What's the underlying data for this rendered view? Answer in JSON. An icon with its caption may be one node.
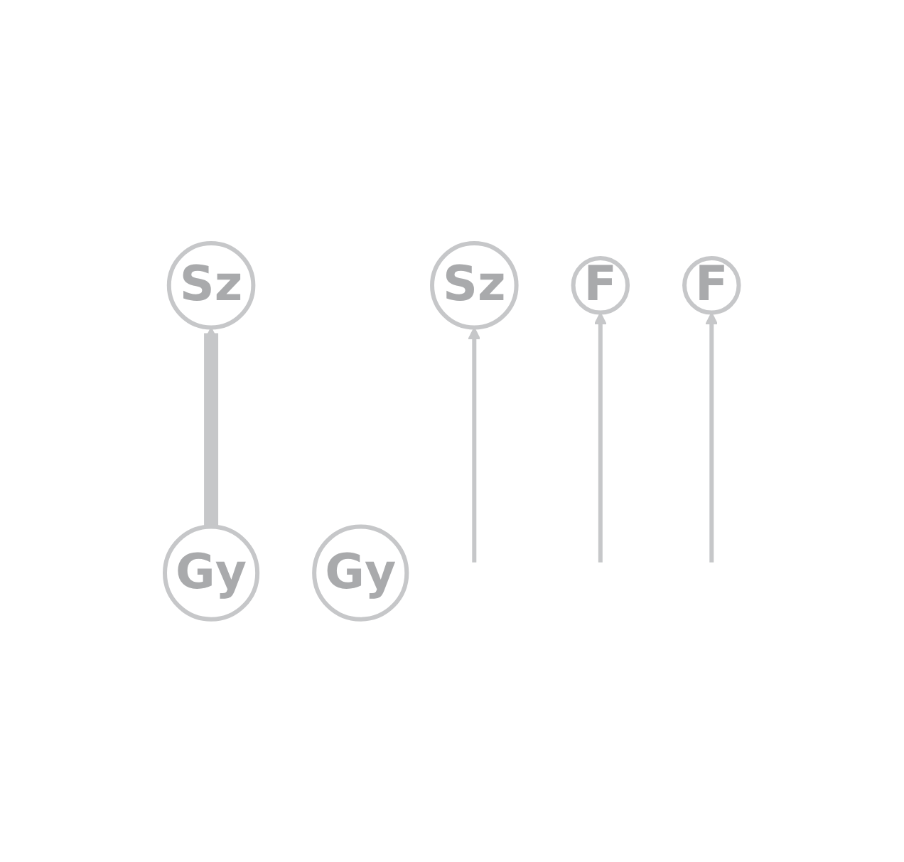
{
  "diagram": {
    "nodes": [
      {
        "text": [
          "Sz"
        ]
      },
      {
        "text": [
          "Sz"
        ]
      },
      {
        "text": [
          "F"
        ]
      },
      {
        "text": [
          "F"
        ]
      },
      {
        "text": [
          "Gy"
        ]
      },
      {
        "text": [
          "Gy"
        ]
      }
    ],
    "edges": [
      {
        "from": 4,
        "to": 1,
        "arrow": "to",
        "style": "thick"
      },
      {
        "from": null,
        "to": 0,
        "arrow": "to"
      },
      {
        "from": null,
        "to": 2,
        "arrow": "to"
      },
      {
        "from": null,
        "to": 3,
        "arrow": "to"
      }
    ]
  }
}
